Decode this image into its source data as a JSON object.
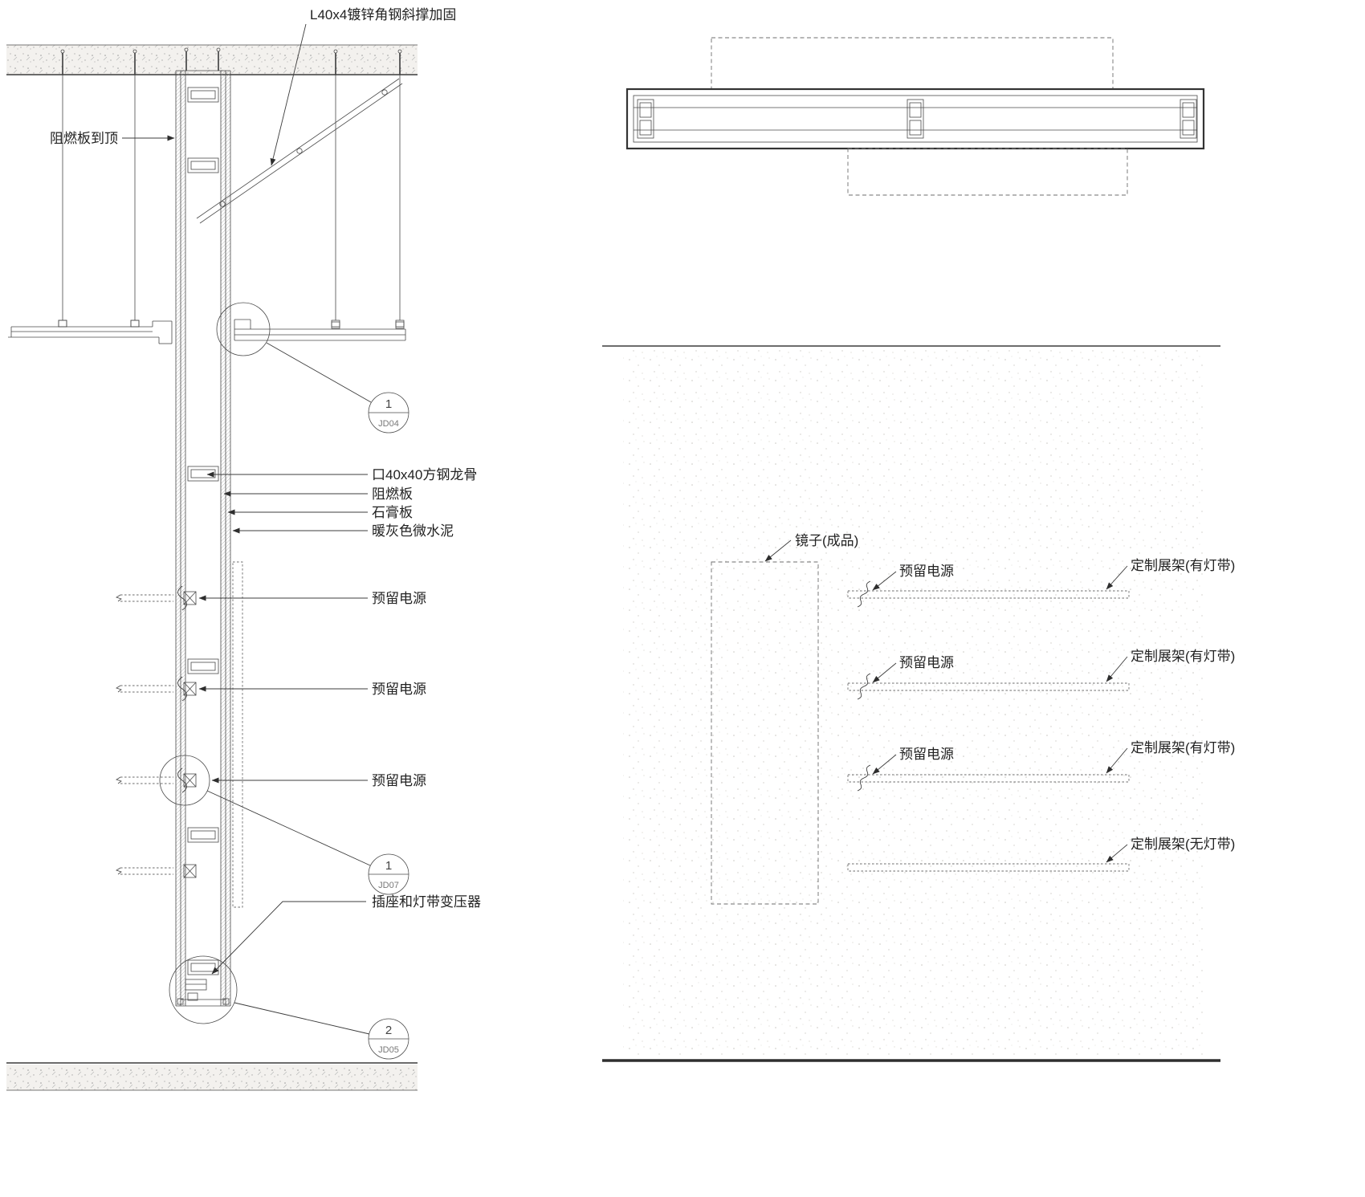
{
  "drawing": {
    "section": {
      "labels": {
        "brace": "L40x4镀锌角钢斜撑加固",
        "board_to_top": "阻燃板到顶",
        "keel": "口40x40方钢龙骨",
        "flame_board": "阻燃板",
        "gypsum_board": "石膏板",
        "micro_cement": "暖灰色微水泥",
        "power_1": "预留电源",
        "power_2": "预留电源",
        "power_3": "预留电源",
        "socket_transformer": "插座和灯带变压器"
      },
      "callout_top": {
        "num": "1",
        "ref": "JD04"
      },
      "callout_mid": {
        "num": "1",
        "ref": "JD07"
      },
      "callout_bottom": {
        "num": "2",
        "ref": "JD05"
      }
    },
    "elevation": {
      "labels": {
        "mirror": "镜子(成品)",
        "power_1": "预留电源",
        "power_2": "预留电源",
        "power_3": "预留电源",
        "shelf_led_1": "定制展架(有灯带)",
        "shelf_led_2": "定制展架(有灯带)",
        "shelf_led_3": "定制展架(有灯带)",
        "shelf_plain": "定制展架(无灯带)"
      }
    },
    "colors": {
      "line": "#3f3f3f",
      "dash_line": "#6e6e6e",
      "text": "#222222",
      "stipple": "#c9c6c1",
      "background": "#ffffff"
    }
  }
}
